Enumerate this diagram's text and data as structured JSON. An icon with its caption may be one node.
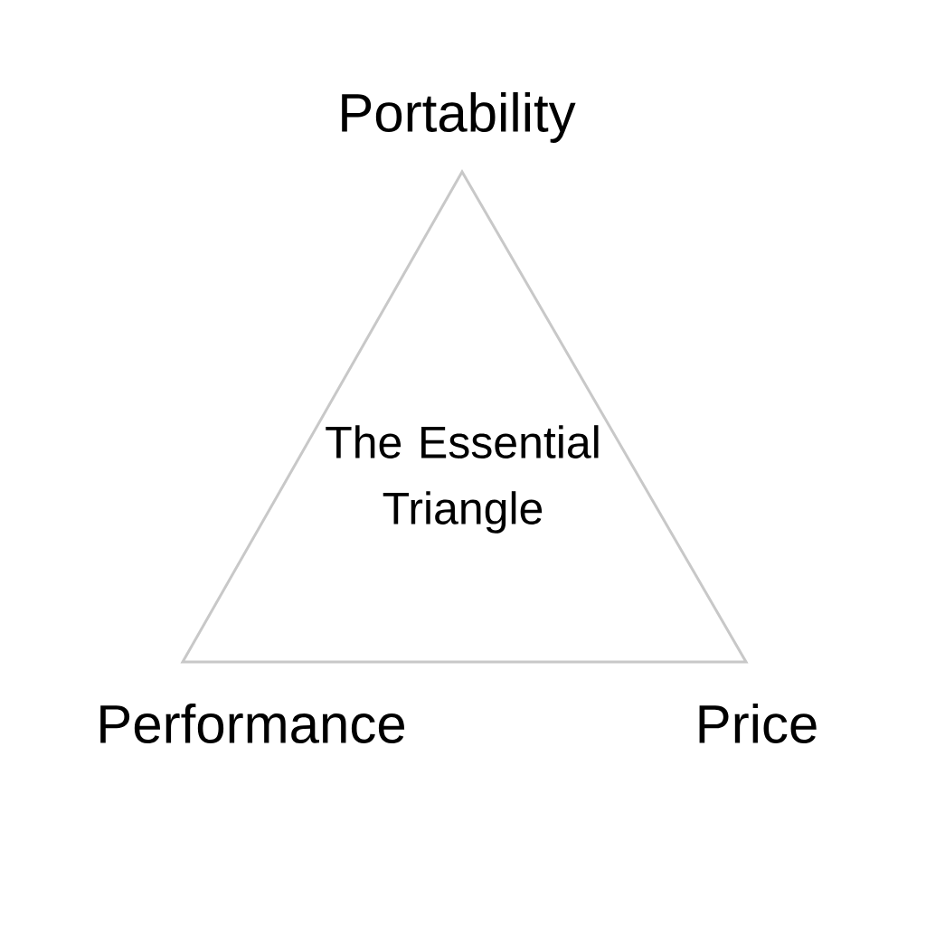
{
  "diagram": {
    "nodes": [
      {
        "text": [
          "The Essential Triangle"
        ]
      }
    ],
    "labels": [
      "Portability",
      "Performance",
      "Price"
    ]
  }
}
